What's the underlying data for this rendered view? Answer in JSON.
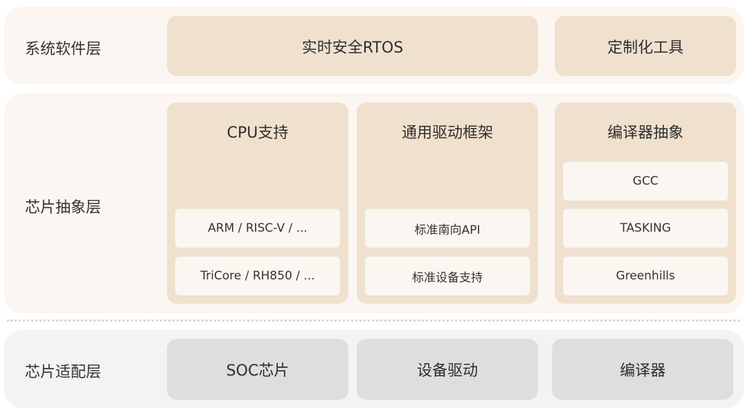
{
  "system_layer": {
    "label": "系统软件层",
    "rtos": "实时安全RTOS",
    "tools": "定制化工具"
  },
  "chip_abstraction_layer": {
    "label": "芯片抽象层",
    "groups": [
      {
        "title": "CPU支持",
        "items": [
          "ARM / RISC-V / ...",
          "TriCore / RH850 / ..."
        ]
      },
      {
        "title": "通用驱动框架",
        "items": [
          "标准南向API",
          "标准设备支持"
        ]
      },
      {
        "title": "编译器抽象",
        "items": [
          "GCC",
          "TASKING",
          "Greenhills"
        ]
      }
    ]
  },
  "chip_adaptation_layer": {
    "label": "芯片适配层",
    "items": [
      "SOC芯片",
      "设备驱动",
      "编译器"
    ]
  }
}
